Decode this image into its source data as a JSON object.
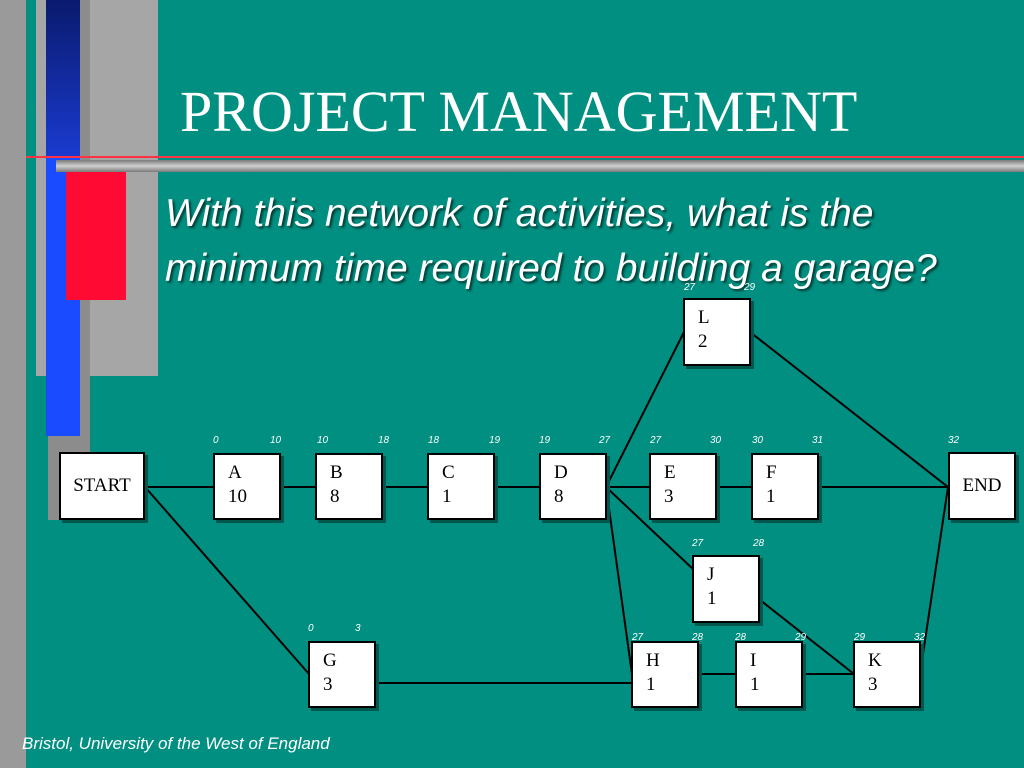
{
  "slide": {
    "title": "PROJECT MANAGEMENT",
    "question": "With this network of activities, what is the minimum time required to building a garage?",
    "footer": "Bristol, University of the West of England"
  },
  "colors": {
    "background": "#008f80",
    "blue": "#1a4bff",
    "red": "#ff0a33",
    "grey": "#8c8c8c"
  },
  "nodes": {
    "start": {
      "label": "START"
    },
    "end": {
      "label": "END"
    },
    "A": {
      "label": "A",
      "duration": "10",
      "early": "0",
      "finish": "10"
    },
    "B": {
      "label": "B",
      "duration": "8",
      "early": "10",
      "finish": "18"
    },
    "C": {
      "label": "C",
      "duration": "1",
      "early": "18",
      "finish": "19"
    },
    "D": {
      "label": "D",
      "duration": "8",
      "early": "19",
      "finish": "27"
    },
    "E": {
      "label": "E",
      "duration": "3",
      "early": "27",
      "finish": "30"
    },
    "F": {
      "label": "F",
      "duration": "1",
      "early": "30",
      "finish": "31"
    },
    "L": {
      "label": "L",
      "duration": "2",
      "early": "27",
      "finish": "29"
    },
    "J": {
      "label": "J",
      "duration": "1",
      "early": "27",
      "finish": "28"
    },
    "G": {
      "label": "G",
      "duration": "3",
      "early": "0",
      "finish": "3"
    },
    "H": {
      "label": "H",
      "duration": "1",
      "early": "27",
      "finish": "28"
    },
    "I": {
      "label": "I",
      "duration": "1",
      "early": "28",
      "finish": "29"
    },
    "K": {
      "label": "K",
      "duration": "3",
      "early": "29",
      "finish": "32"
    },
    "end_time": "32"
  }
}
